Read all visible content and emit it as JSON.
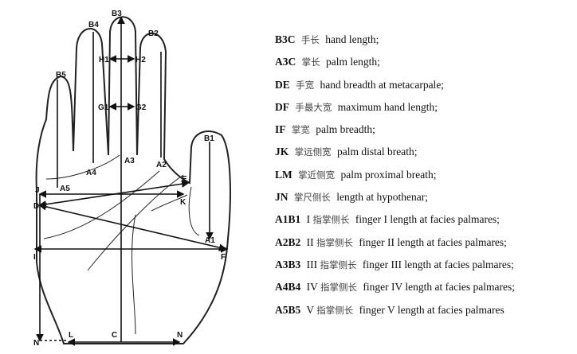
{
  "diagram": {
    "point_labels": [
      "B3",
      "B4",
      "B2",
      "B5",
      "B1",
      "H1",
      "H2",
      "G1",
      "G2",
      "A4",
      "A3",
      "A2",
      "A5",
      "A1",
      "J",
      "D",
      "E",
      "K",
      "I",
      "F",
      "N",
      "L",
      "C",
      "N"
    ]
  },
  "legend": [
    {
      "code": "B3C",
      "roman": "",
      "cn": "手长",
      "en": "hand length;"
    },
    {
      "code": "A3C",
      "roman": "",
      "cn": "掌长",
      "en": "palm length;"
    },
    {
      "code": "DE",
      "roman": "",
      "cn": "手宽",
      "en": "hand breadth at metacarpale;"
    },
    {
      "code": "DF",
      "roman": "",
      "cn": "手最大宽",
      "en": "maximum hand length;"
    },
    {
      "code": "IF",
      "roman": "",
      "cn": "掌宽",
      "en": "palm breadth;"
    },
    {
      "code": "JK",
      "roman": "",
      "cn": "掌远侧宽",
      "en": "palm distal breath;"
    },
    {
      "code": "LM",
      "roman": "",
      "cn": "掌近侧宽",
      "en": "palm proximal breath;"
    },
    {
      "code": "JN",
      "roman": "",
      "cn": "掌尺侧长",
      "en": "length at hypothenar;"
    },
    {
      "code": "A1B1",
      "roman": "I",
      "cn": "指掌侧长",
      "en": "finger  I length at facies palmares;"
    },
    {
      "code": "A2B2",
      "roman": "II",
      "cn": "指掌侧长",
      "en": "finger  II length at facies palmares;"
    },
    {
      "code": "A3B3",
      "roman": "III",
      "cn": "指掌侧长",
      "en": "finger  III length at facies palmares;"
    },
    {
      "code": "A4B4",
      "roman": "IV",
      "cn": "指掌侧长",
      "en": "finger  IV length at facies palmares;"
    },
    {
      "code": "A5B5",
      "roman": "V",
      "cn": "指掌侧长",
      "en": "finger  V length at facies palmares"
    }
  ]
}
